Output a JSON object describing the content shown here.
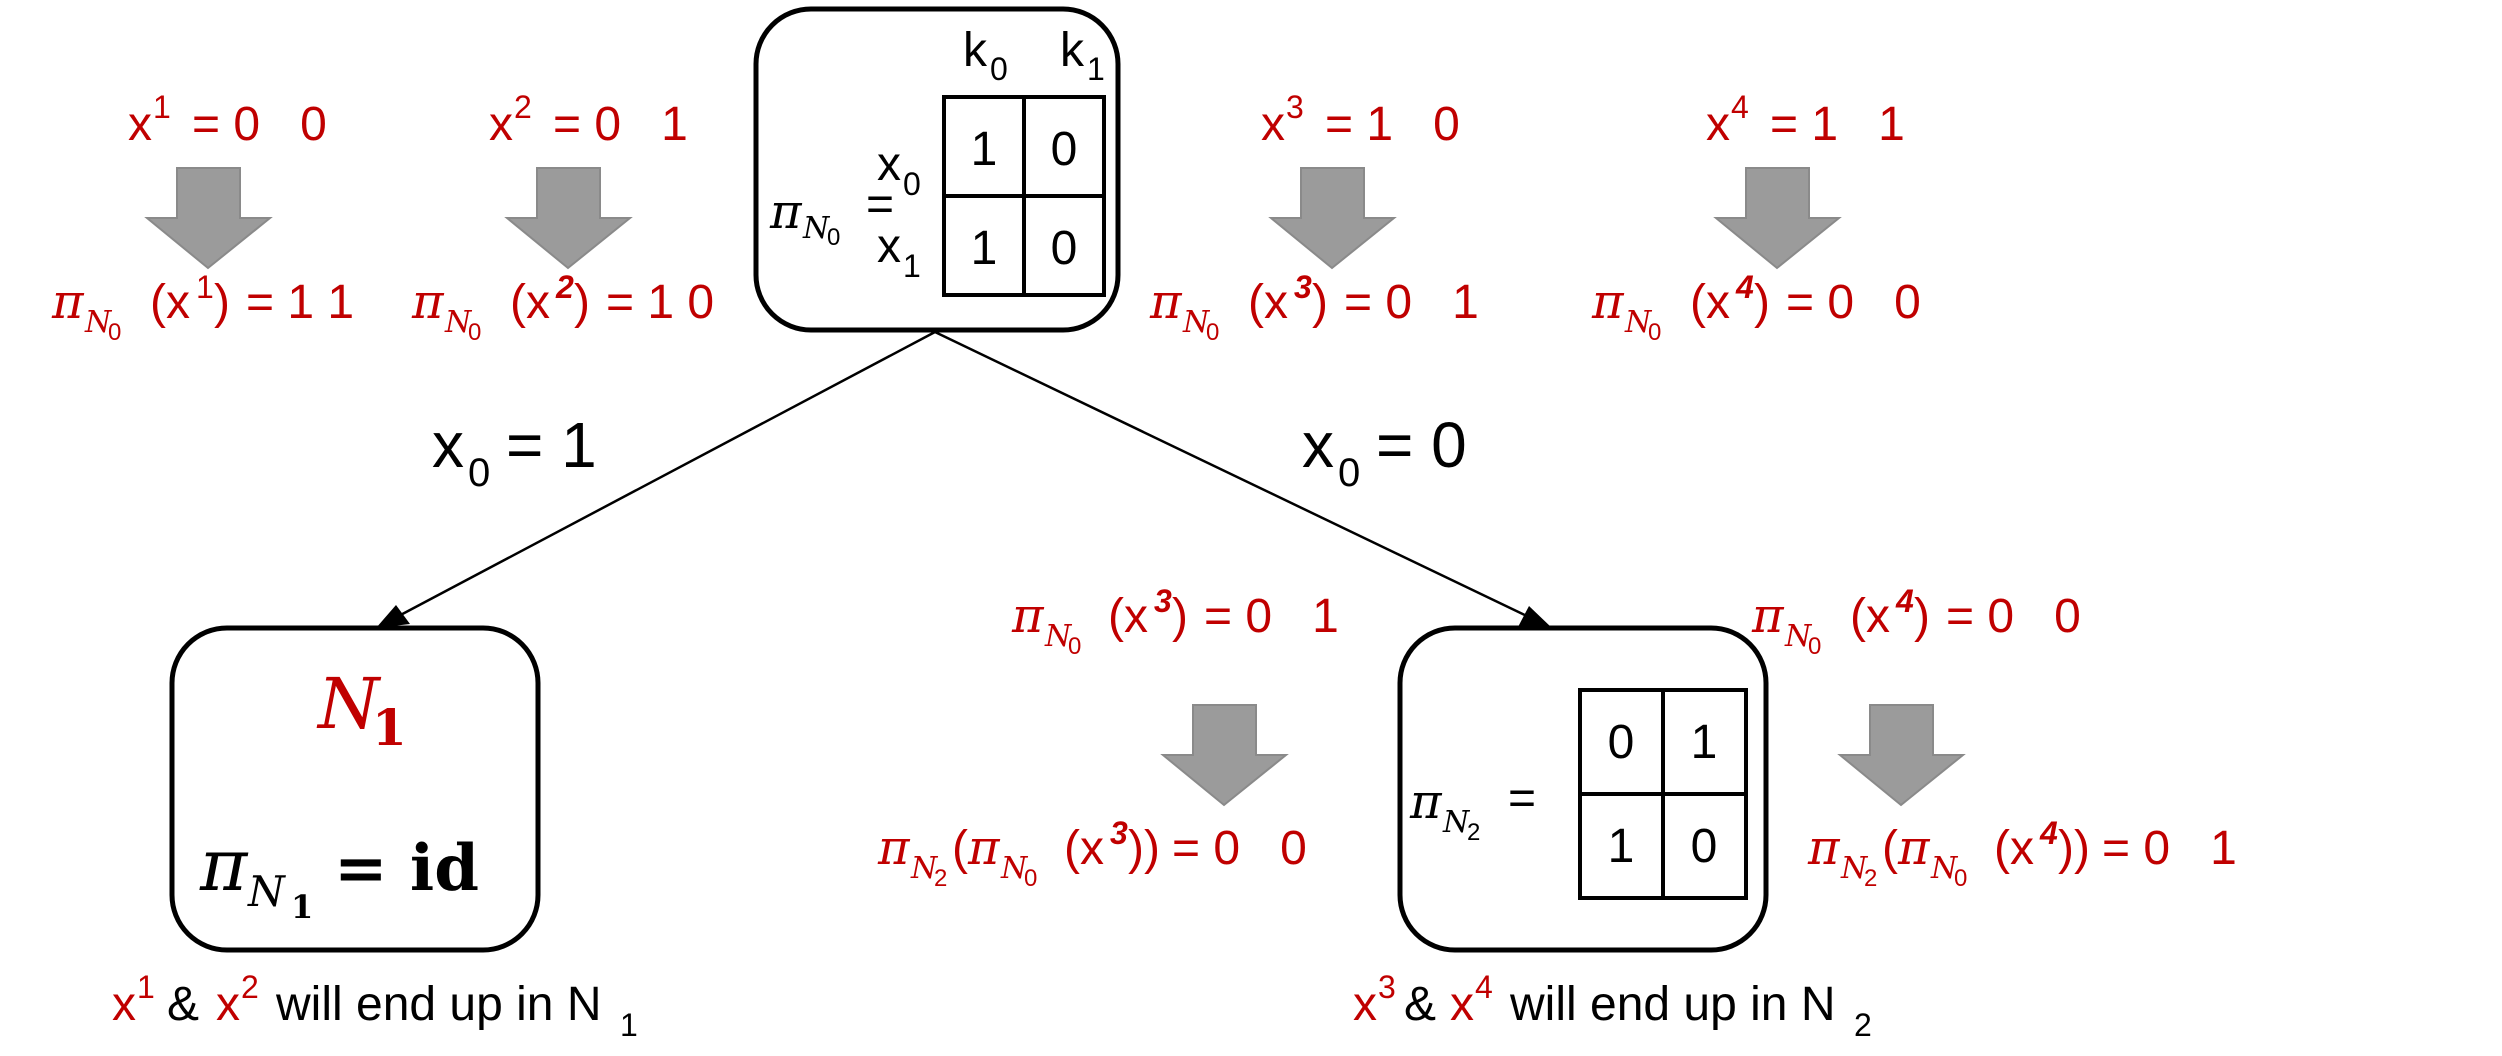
{
  "root": {
    "pi_label": "π",
    "pi_sub": "N",
    "pi_sub_idx": "0",
    "col_headers": [
      {
        "base": "k",
        "sub": "0"
      },
      {
        "base": "k",
        "sub": "1"
      }
    ],
    "row_headers": [
      {
        "base": "x",
        "sub": "0"
      },
      {
        "base": "x",
        "sub": "1"
      }
    ],
    "matrix": [
      [
        "1",
        "0"
      ],
      [
        "1",
        "0"
      ]
    ]
  },
  "inputs": [
    {
      "base": "x",
      "sup": "1",
      "value": "= 0   0",
      "result": "= 1 1"
    },
    {
      "base": "x",
      "sup": "2",
      "value": "= 0   1",
      "result": "= 1 0"
    },
    {
      "base": "x",
      "sup": "3",
      "value": "= 1   0",
      "result": "= 0   1"
    },
    {
      "base": "x",
      "sup": "4",
      "value": "= 1   1",
      "result": "= 0   0"
    }
  ],
  "edges": [
    {
      "base": "x",
      "sub": "0",
      "value": "= 1"
    },
    {
      "base": "x",
      "sub": "0",
      "value": "= 0"
    }
  ],
  "node1": {
    "title": "N",
    "title_sub": "1",
    "eq_pi": "π",
    "eq_sub": "N",
    "eq_sub_idx": "1",
    "eq_rhs": "= id",
    "caption": {
      "x1": "x",
      "x1_sup": "1",
      "amp": "&",
      "x2": "x",
      "x2_sup": "2",
      "text": "will end up in N",
      "node_sub": "1"
    }
  },
  "node2": {
    "pi": "π",
    "pi_sub": "N",
    "pi_sub_idx": "2",
    "eq": "=",
    "matrix": [
      [
        "0",
        "1"
      ],
      [
        "1",
        "0"
      ]
    ],
    "left_top": {
      "value": "= 0   1",
      "sup": "3"
    },
    "left_bottom": {
      "value": "= 0   0",
      "sup": "3"
    },
    "right_top": {
      "value": "= 0   0",
      "sup": "4"
    },
    "right_bottom": {
      "value": "= 0   1",
      "sup": "4"
    },
    "caption": {
      "x3": "x",
      "x3_sup": "3",
      "amp": "&",
      "x4": "x",
      "x4_sup": "4",
      "text": "will end up in N",
      "node_sub": "2"
    }
  },
  "colors": {
    "accent": "#c00000",
    "arrow": "#9b9b9b",
    "line": "#000000"
  }
}
